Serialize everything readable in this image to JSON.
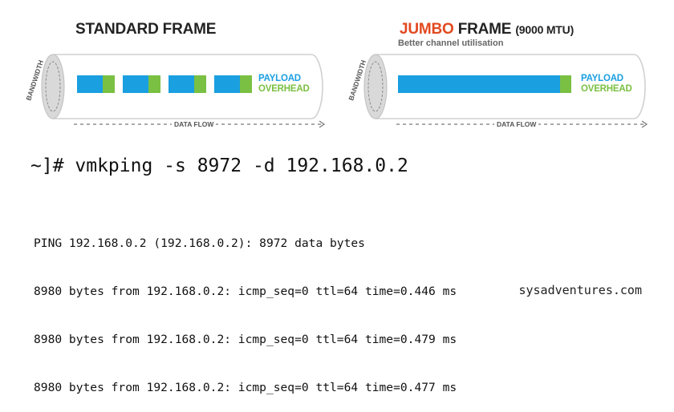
{
  "standard": {
    "title": "STANDARD FRAME",
    "axis_label": "BANDWIDTH",
    "payload_label": "PAYLOAD",
    "overhead_label": "OVERHEAD",
    "flow_label": "DATA FLOW"
  },
  "jumbo": {
    "title_accent": "JUMBO",
    "title_rest": " FRAME ",
    "title_mtu": "(9000 MTU)",
    "subtitle": "Better channel utilisation",
    "axis_label": "BANDWIDTH",
    "payload_label": "PAYLOAD",
    "overhead_label": "OVERHEAD",
    "flow_label": "DATA FLOW"
  },
  "colors": {
    "payload": "#1a9fe0",
    "overhead": "#7ac043",
    "accent": "#e2491f",
    "pipe_stroke": "#d0d0d0",
    "pipe_end": "#d9d9d9"
  },
  "terminal": {
    "command": "~]# vmkping -s 8972 -d 192.168.0.2",
    "output_lines": [
      "PING 192.168.0.2 (192.168.0.2): 8972 data bytes",
      "8980 bytes from 192.168.0.2: icmp_seq=0 ttl=64 time=0.446 ms",
      "8980 bytes from 192.168.0.2: icmp_seq=0 ttl=64 time=0.479 ms",
      "8980 bytes from 192.168.0.2: icmp_seq=0 ttl=64 time=0.477 ms"
    ]
  },
  "watermark": "sysadventures.com"
}
